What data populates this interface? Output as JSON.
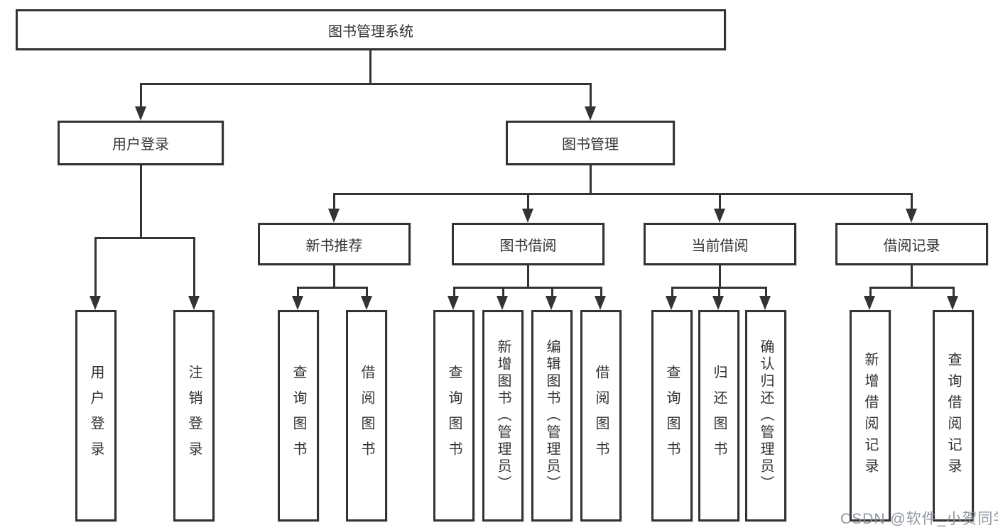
{
  "colors": {
    "line": "#333333",
    "box_border": "#333333",
    "background": "#ffffff",
    "watermark_gray": "#888f99"
  },
  "watermark": {
    "text": "CSDN @软件_小贺同学"
  },
  "tree": {
    "root": {
      "label": "图书管理系统"
    },
    "branches": [
      {
        "label": "用户登录",
        "children": [
          {
            "label": "用户登录"
          },
          {
            "label": "注销登录"
          }
        ]
      },
      {
        "label": "图书管理",
        "groups": [
          {
            "label": "新书推荐",
            "children": [
              {
                "label": "查询图书"
              },
              {
                "label": "借阅图书"
              }
            ]
          },
          {
            "label": "图书借阅",
            "children": [
              {
                "label": "查询图书"
              },
              {
                "label": "新增图书（管理员）"
              },
              {
                "label": "编辑图书（管理员）"
              },
              {
                "label": "借阅图书"
              }
            ]
          },
          {
            "label": "当前借阅",
            "children": [
              {
                "label": "查询图书"
              },
              {
                "label": "归还图书"
              },
              {
                "label": "确认归还（管理员）"
              }
            ]
          },
          {
            "label": "借阅记录",
            "children": [
              {
                "label": "新增借阅记录"
              },
              {
                "label": "查询借阅记录"
              }
            ]
          }
        ]
      }
    ]
  }
}
